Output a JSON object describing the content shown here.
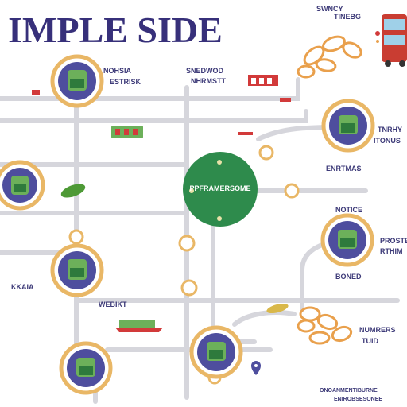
{
  "title": "IMPLE SIDE",
  "colors": {
    "line": "#d6d6dc",
    "node_ring": "#e9b766",
    "node_fill": "#4e4e9e",
    "node_inner": "#6cb05a",
    "hub": "#2e8b4c",
    "accent_red": "#d23a3a",
    "text": "#3d3a78"
  },
  "hub": {
    "label": "PPFRAMERSOME"
  },
  "labels": [
    {
      "key": "top-right-a",
      "text": "SWNCY"
    },
    {
      "key": "top-right-b",
      "text": "TINEBG"
    },
    {
      "key": "n1a",
      "text": "NOHSIA"
    },
    {
      "key": "n1b",
      "text": "ESTRISK"
    },
    {
      "key": "n2a",
      "text": "SNEDWOD"
    },
    {
      "key": "n2b",
      "text": "NHRMSTT"
    },
    {
      "key": "right1a",
      "text": "TNRHY"
    },
    {
      "key": "right1b",
      "text": "ITONUS"
    },
    {
      "key": "right1c",
      "text": "ENRTMAS"
    },
    {
      "key": "right2a",
      "text": "NOTICE"
    },
    {
      "key": "right2b",
      "text": "PROSTE"
    },
    {
      "key": "right2c",
      "text": "RTHIM"
    },
    {
      "key": "right2d",
      "text": "BONED"
    },
    {
      "key": "left-a",
      "text": "KKAIA"
    },
    {
      "key": "mid-a",
      "text": "WEBIKT"
    },
    {
      "key": "right3a",
      "text": "NUMRERS"
    },
    {
      "key": "right3b",
      "text": "TUID"
    },
    {
      "key": "bottom-a",
      "text": "ONOANMENTIBURNE"
    },
    {
      "key": "bottom-b",
      "text": "ENIROBSESONEE"
    }
  ]
}
